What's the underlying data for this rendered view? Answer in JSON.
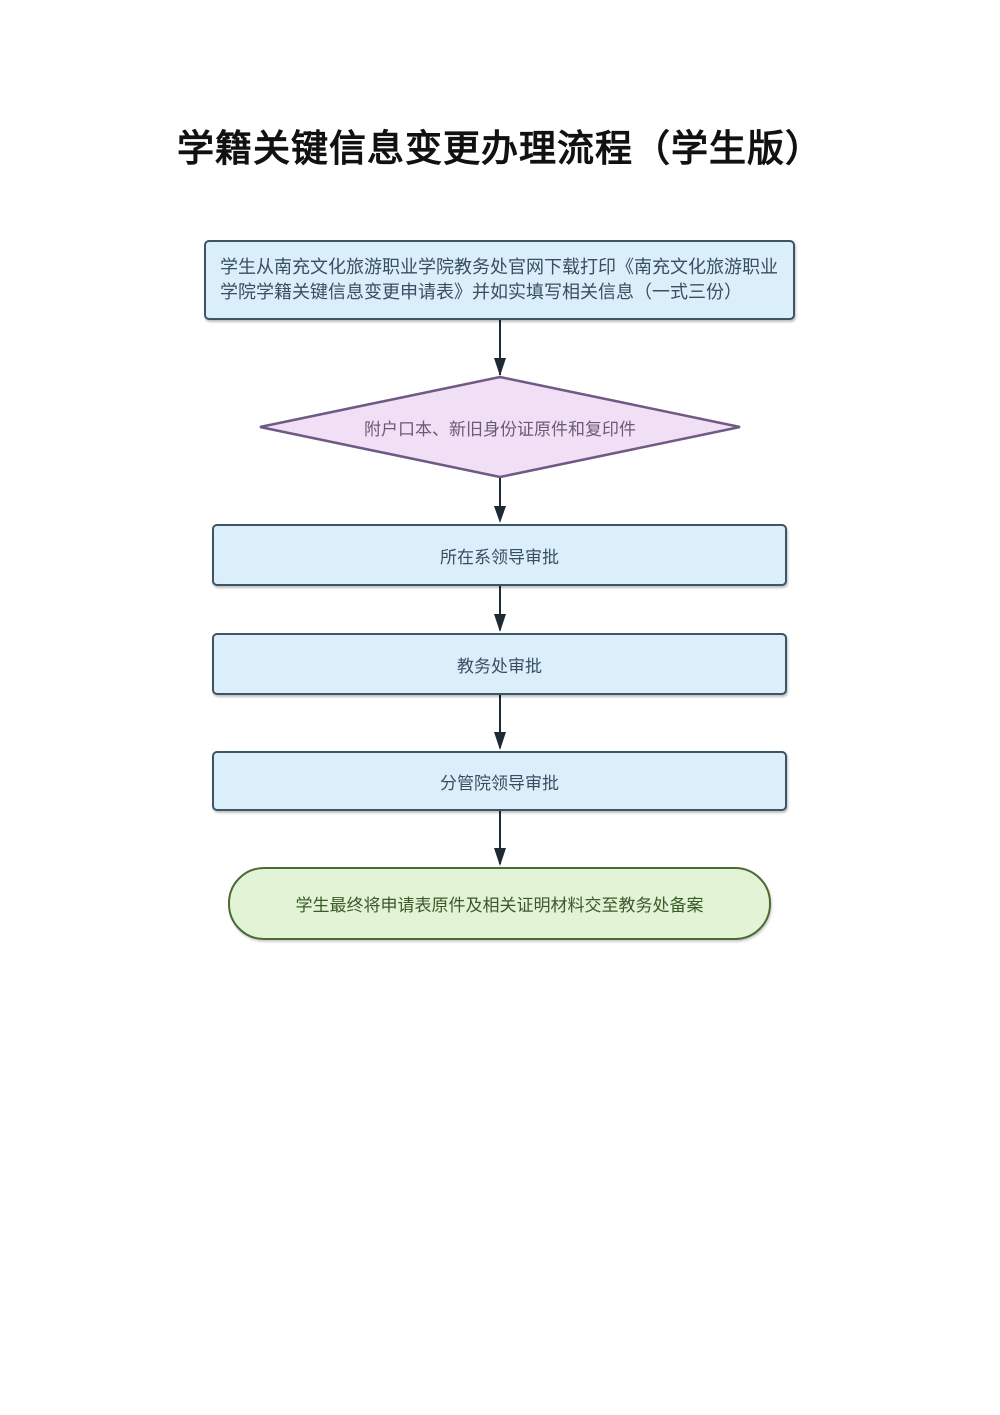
{
  "title": "学籍关键信息变更办理流程（学生版）",
  "flowchart": {
    "nodes": [
      {
        "id": "step1",
        "type": "process",
        "text": "学生从南充文化旅游职业学院教务处官网下载打印《南充文化旅游职业学院学籍关键信息变更申请表》并如实填写相关信息（一式三份）"
      },
      {
        "id": "step2",
        "type": "decision",
        "text": "附户口本、新旧身份证原件和复印件"
      },
      {
        "id": "step3",
        "type": "process",
        "text": "所在系领导审批"
      },
      {
        "id": "step4",
        "type": "process",
        "text": "教务处审批"
      },
      {
        "id": "step5",
        "type": "process",
        "text": "分管院领导审批"
      },
      {
        "id": "step6",
        "type": "terminal",
        "text": "学生最终将申请表原件及相关证明材料交至教务处备案"
      }
    ],
    "edges": [
      {
        "from": "step1",
        "to": "step2"
      },
      {
        "from": "step2",
        "to": "step3"
      },
      {
        "from": "step3",
        "to": "step4"
      },
      {
        "from": "step4",
        "to": "step5"
      },
      {
        "from": "step5",
        "to": "step6"
      }
    ],
    "colors": {
      "process_fill": "#dbeffa",
      "process_border": "#3e5566",
      "decision_fill": "#f1dff5",
      "decision_border": "#6e5a85",
      "terminal_fill": "#e2f3d6",
      "terminal_border": "#4a6b35",
      "arrow": "#1e2a33"
    }
  }
}
